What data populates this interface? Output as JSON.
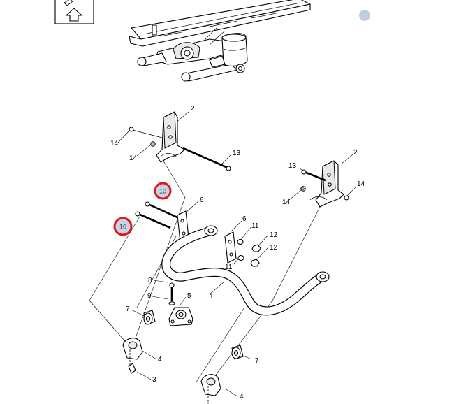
{
  "diagram": {
    "callouts": {
      "c1": "1",
      "c2a": "2",
      "c2b": "2",
      "c3": "3",
      "c4a": "4",
      "c4b": "4",
      "c5": "5",
      "c6a": "6",
      "c6b": "6",
      "c7a": "7",
      "c7b": "7",
      "c8": "8",
      "c9": "9",
      "c11a": "11",
      "c11b": "11",
      "c12a": "12",
      "c12b": "12",
      "c13a": "13",
      "c13b": "13",
      "c14a": "14",
      "c14b": "14",
      "c14c": "14",
      "c14d": "14"
    },
    "highlighted": {
      "h10a": "10",
      "h10b": "10"
    },
    "colors": {
      "highlight_ring": "#e01818",
      "highlight_fill": "#c7d3e8",
      "highlight_text": "#2a2a5a",
      "dot": "#c3cde0"
    },
    "icons": {
      "orientation": "up-arrow-icon"
    }
  }
}
